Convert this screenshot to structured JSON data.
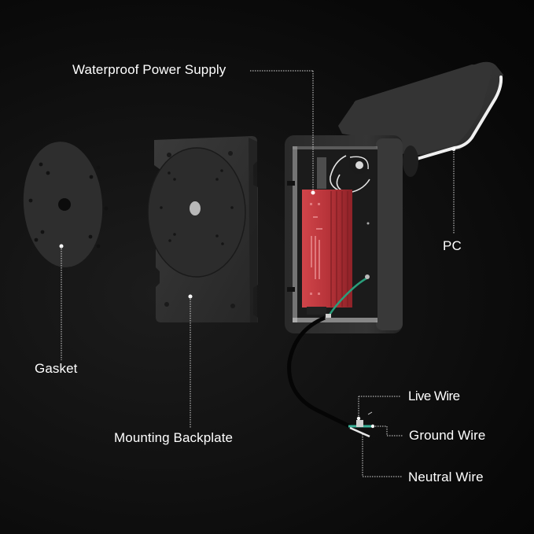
{
  "diagram": {
    "subject": "Outdoor wall light exploded view",
    "background_color": "#0a0a0a",
    "label_color": "#ffffff",
    "components": [
      {
        "id": "waterproof-power-supply",
        "label": "Waterproof Power Supply",
        "color": "#c8353a"
      },
      {
        "id": "pc",
        "label": "PC"
      },
      {
        "id": "gasket",
        "label": "Gasket"
      },
      {
        "id": "mounting-backplate",
        "label": "Mounting Backplate"
      },
      {
        "id": "live-wire",
        "label": "Live Wire"
      },
      {
        "id": "ground-wire",
        "label": "Ground Wire",
        "color": "#2fa88c"
      },
      {
        "id": "neutral-wire",
        "label": "Neutral Wire"
      }
    ]
  },
  "labels": {
    "waterproof_power_supply": "Waterproof Power Supply",
    "pc": "PC",
    "gasket": "Gasket",
    "mounting_backplate": "Mounting Backplate",
    "live_wire": "Live Wire",
    "ground_wire": "Ground Wire",
    "neutral_wire": "Neutral Wire"
  }
}
